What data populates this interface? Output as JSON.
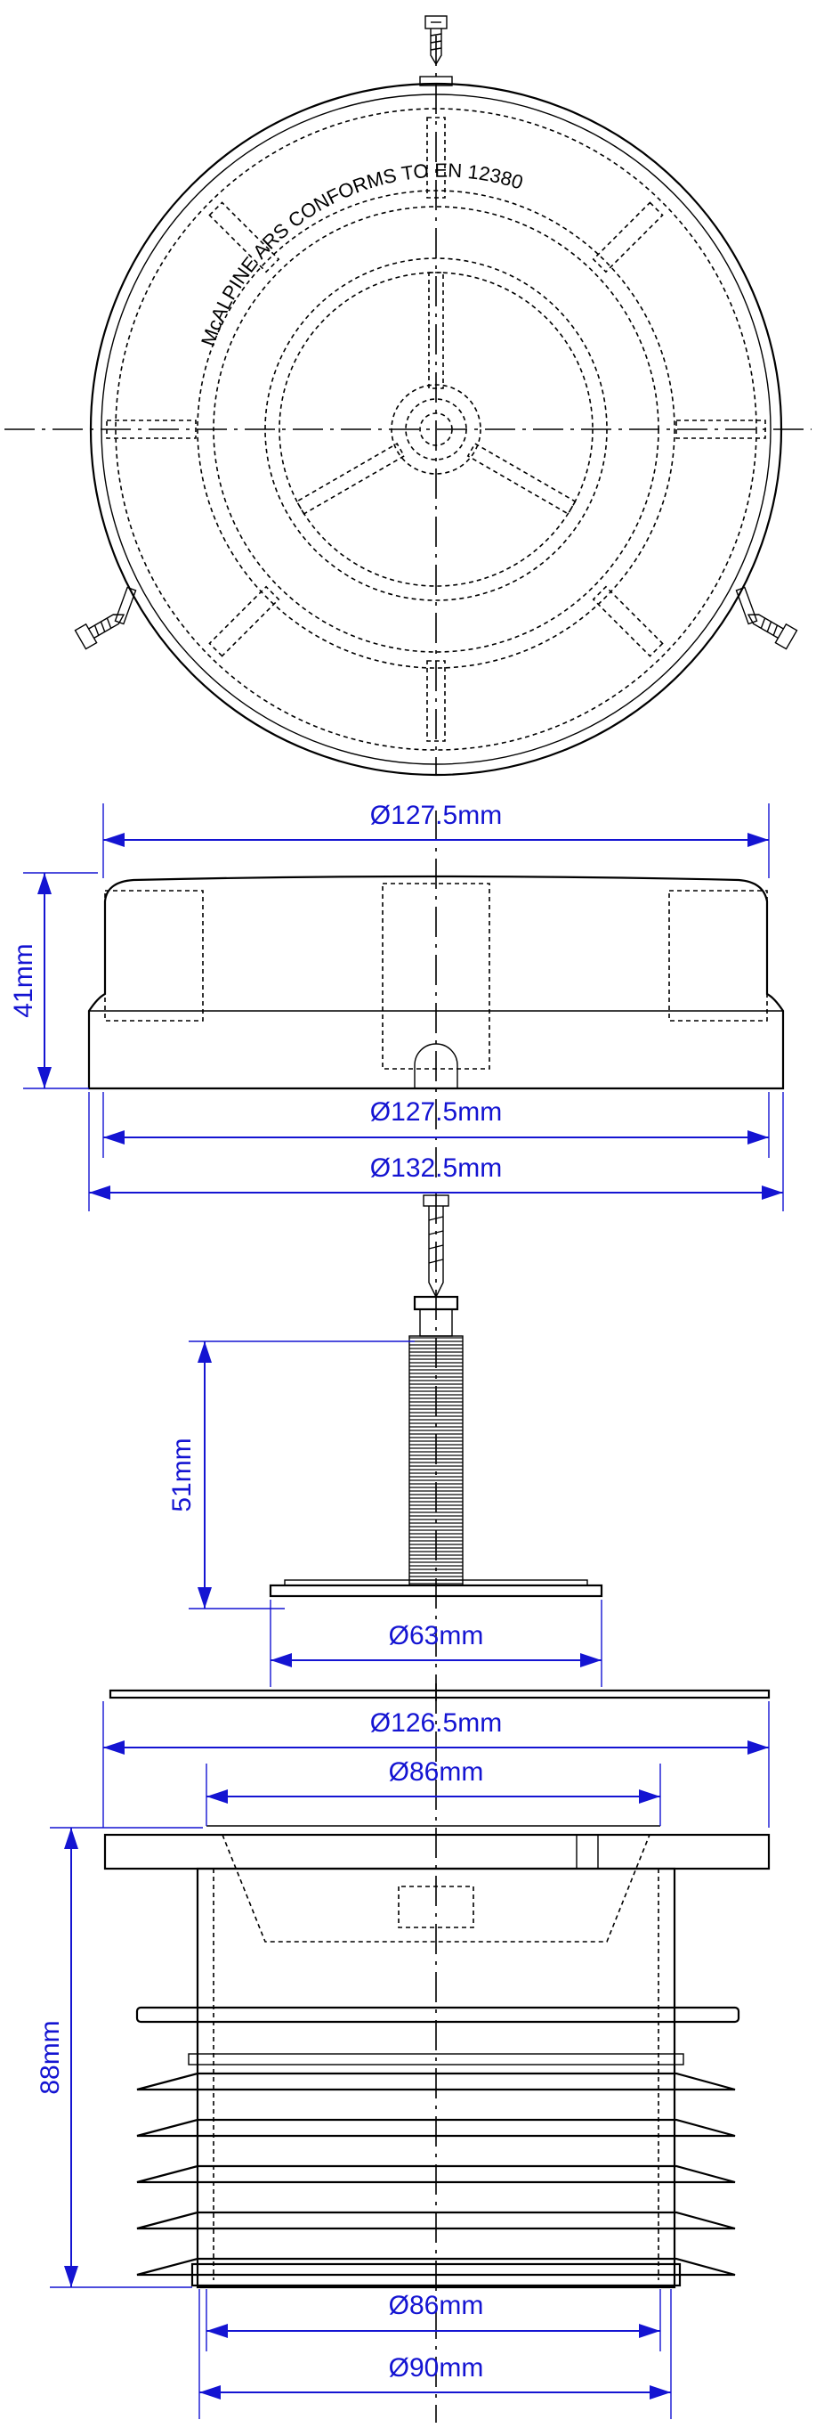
{
  "top_view": {
    "rim_text": "McALPINE ARS CONFORMS TO EN 12380"
  },
  "dimensions": {
    "cap_diameter_top": "Ø127.5mm",
    "cap_height": "41mm",
    "cap_diameter_bottom": "Ø127.5mm",
    "cap_overall_diameter": "Ø132.5mm",
    "spring_height": "51mm",
    "seal_diameter": "Ø63mm",
    "flange_diameter": "Ø126.5mm",
    "body_top_diameter": "Ø86mm",
    "body_height": "88mm",
    "body_bottom_diameter": "Ø86mm",
    "fins_diameter": "Ø90mm"
  },
  "colors": {
    "dimension": "#1414d2",
    "line": "#000000"
  }
}
